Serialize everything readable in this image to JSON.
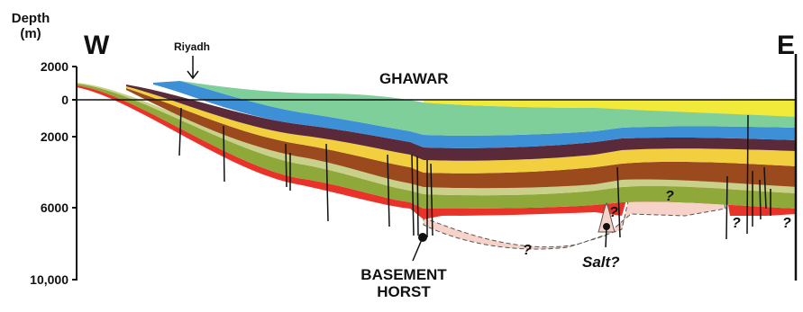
{
  "axis": {
    "title_line1": "Depth",
    "title_line2": "(m)",
    "ticks": [
      "2000",
      "0",
      "2000",
      "6000",
      "10,000"
    ]
  },
  "directions": {
    "west": "W",
    "east": "E"
  },
  "labels": {
    "riyadh": "Riyadh",
    "ghawar": "GHAWAR",
    "basement_line1": "BASEMENT",
    "basement_line2": "HORST",
    "salt": "Salt?"
  },
  "unknown_marker": "?",
  "layer_colors": [
    "#e8332b",
    "#8fa83a",
    "#c8d08a",
    "#9b4a1e",
    "#f2cf3e",
    "#5a2a3b",
    "#3d8fd6",
    "#7fcf9a",
    "#f2ea3a"
  ],
  "basement_color": "#f6d2c8"
}
